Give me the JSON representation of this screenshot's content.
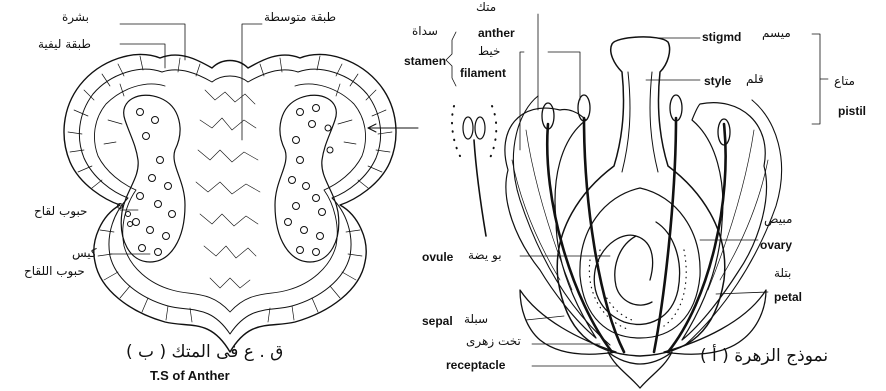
{
  "figure_a": {
    "caption": "( أ ) نموذج الزهرة",
    "labels": {
      "anther_ar": "متك",
      "anther_en": "anther",
      "stamen_ar": "سداة",
      "stamen_en": "stamen",
      "filament_ar": "خيط",
      "filament_en": "filament",
      "stigma_ar": "ميسم",
      "stigma_en": "stigmd",
      "style_ar": "قلم",
      "style_en": "style",
      "pistil_ar": "متاع",
      "pistil_en": "pistil",
      "ovary_ar": "مبيض",
      "ovary_en": "ovary",
      "ovule_ar": "بو يضة",
      "ovule_en": "ovule",
      "petal_ar": "بتلة",
      "petal_en": "petal",
      "sepal_ar": "سبلة",
      "sepal_en": "sepal",
      "receptacle_ar": "تخت زهرى",
      "receptacle_en": "receptacle"
    }
  },
  "figure_b": {
    "caption_ar": "( ب ) ق . ع فى المتك",
    "caption_en": "T.S of Anther",
    "labels": {
      "epidermis": "بشرة",
      "middle_layer": "طبقة متوسطة",
      "fibrous_layer": "طبقة ليفية",
      "pollen_grains_a": "حبوب لقاح",
      "sac": "كيس",
      "pollen_grains_b": "حبوب اللقاح"
    }
  },
  "colors": {
    "ink": "#111111",
    "background": "#ffffff"
  }
}
